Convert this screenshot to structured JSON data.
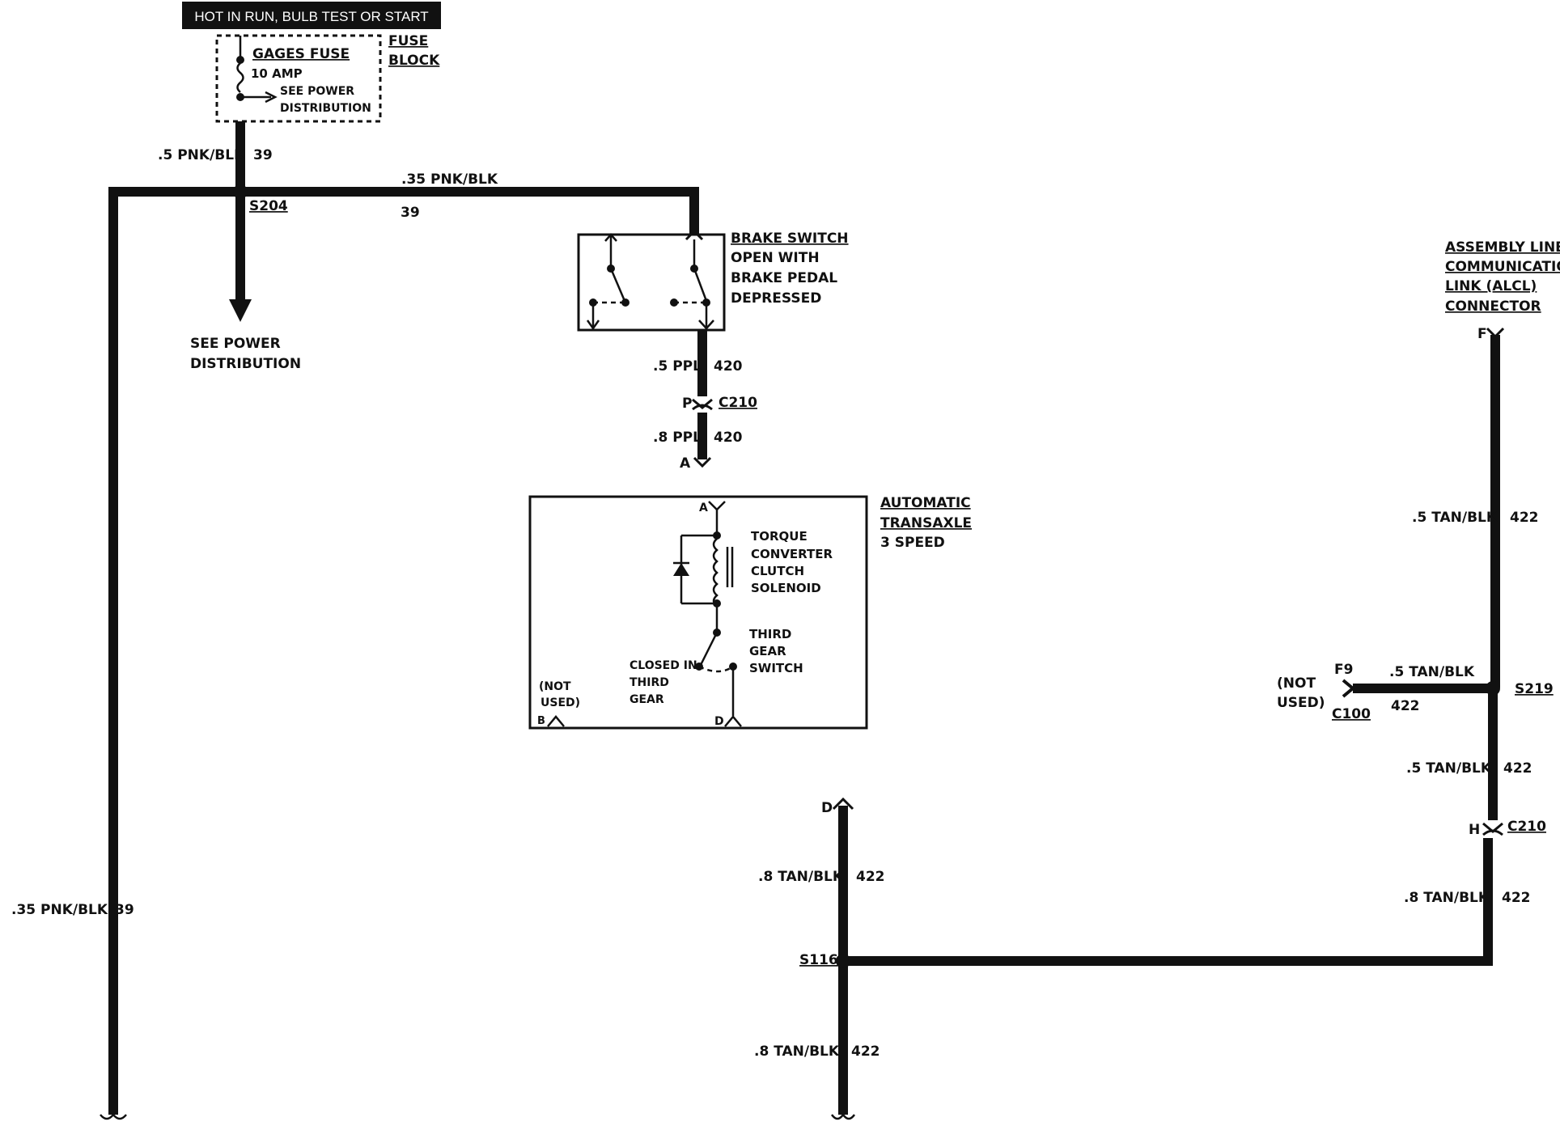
{
  "header": {
    "text": "HOT IN RUN, BULB TEST OR START"
  },
  "fuse": {
    "name": "GAGES FUSE",
    "rating": "10 AMP",
    "see_line1": "SEE POWER",
    "see_line2": "DISTRIBUTION",
    "block_line1": "FUSE",
    "block_line2": "BLOCK"
  },
  "wires": {
    "w1_label": ".5 PNK/BLK",
    "w1_num": "39",
    "w2_label": ".35 PNK/BLK",
    "w2_num": "39",
    "w3_label": ".5 PPL",
    "w3_num": "420",
    "w4_label": ".8 PPL",
    "w4_num": "420",
    "w5_label": ".35 PNK/BLK",
    "w5_num": "39",
    "w6_label": ".5 TAN/BLK",
    "w6_num": "422",
    "w7_label": ".5 TAN/BLK",
    "w7_num": "422",
    "w8_label": ".5 TAN/BLK",
    "w8_num": "422",
    "w9_label": ".8 TAN/BLK",
    "w9_num": "422",
    "w10_label": ".8 TAN/BLK",
    "w10_num": "422",
    "w11_label": ".8 TAN/BLK",
    "w11_num": "422"
  },
  "splices": {
    "s204": "S204",
    "s219": "S219",
    "s116": "S116"
  },
  "see_power": {
    "line1": "SEE POWER",
    "line2": "DISTRIBUTION"
  },
  "brake_switch": {
    "line1": "BRAKE SWITCH",
    "line2": "OPEN WITH",
    "line3": "BRAKE PEDAL",
    "line4": "DEPRESSED"
  },
  "connectors": {
    "c210": "C210",
    "c210_pin_p": "P",
    "c210_pin_a": "A",
    "c210b": "C210",
    "c210b_pin_h": "H",
    "c100": "C100",
    "c100_pin": "F9",
    "alcl_pin": "F",
    "d_pin": "D"
  },
  "transaxle": {
    "line1": "AUTOMATIC",
    "line2": "TRANSAXLE",
    "line3": "3 SPEED",
    "pin_a": "A",
    "pin_b": "B",
    "pin_d": "D",
    "tcc1": "TORQUE",
    "tcc2": "CONVERTER",
    "tcc3": "CLUTCH",
    "tcc4": "SOLENOID",
    "tgs1": "THIRD",
    "tgs2": "GEAR",
    "tgs3": "SWITCH",
    "closed1": "CLOSED IN",
    "closed2": "THIRD",
    "closed3": "GEAR",
    "nu1": "(NOT",
    "nu2": "USED)"
  },
  "alcl": {
    "line1": "ASSEMBLY LINE",
    "line2": "COMMUNICATION",
    "line3": "LINK (ALCL)",
    "line4": "CONNECTOR"
  },
  "not_used_right": {
    "line1": "(NOT",
    "line2": "USED)"
  }
}
